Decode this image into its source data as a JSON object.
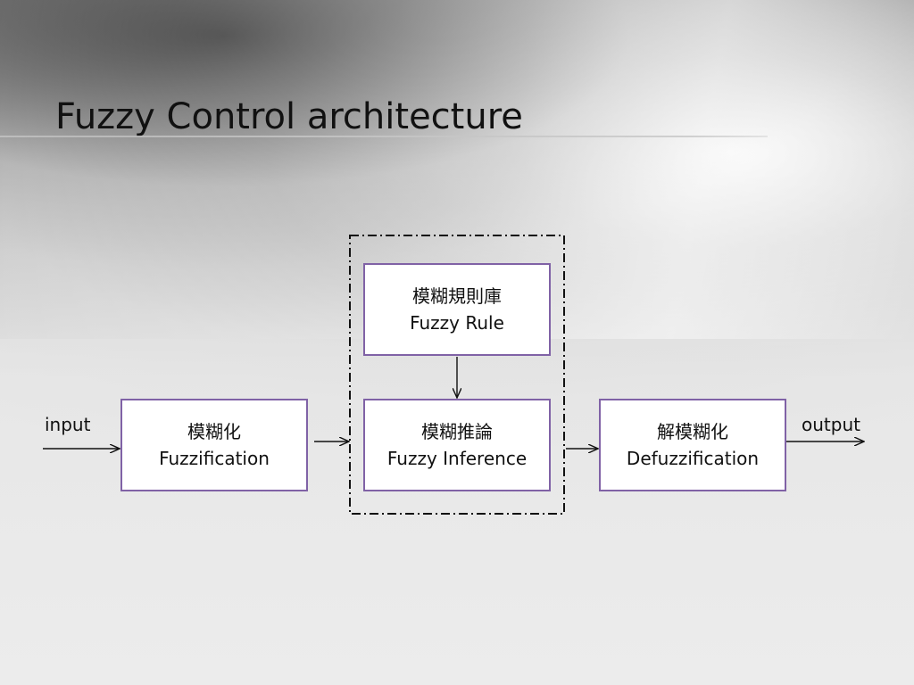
{
  "slide": {
    "title": "Fuzzy Control architecture"
  },
  "diagram": {
    "input_label": "input",
    "output_label": "output",
    "blocks": {
      "fuzzification": {
        "zh": "模糊化",
        "en": "Fuzzification"
      },
      "rule": {
        "zh": "模糊規則庫",
        "en": "Fuzzy Rule"
      },
      "inference": {
        "zh": "模糊推論",
        "en": "Fuzzy Inference"
      },
      "defuzzification": {
        "zh": "解模糊化",
        "en": "Defuzzification"
      }
    },
    "colors": {
      "box_border": "#8062a6",
      "box_fill": "#ffffff",
      "arrow": "#111111",
      "dashed_group": "#111111"
    }
  }
}
